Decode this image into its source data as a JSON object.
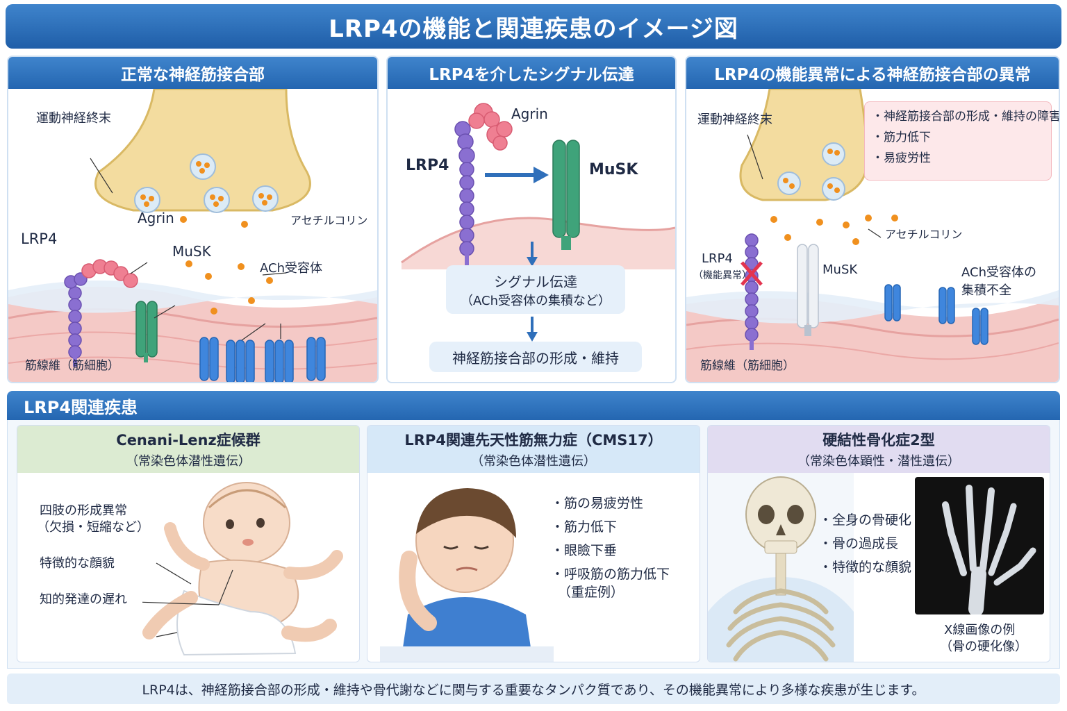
{
  "title": "LRP4の機能と関連疾患のイメージ図",
  "panels": {
    "normal": {
      "heading": "正常な神経筋接合部",
      "nerve_label": "運動神経終末",
      "agrin": "Agrin",
      "acetylcholine": "アセチルコリン",
      "lrp4": "LRP4",
      "musk": "MuSK",
      "ach_receptor": "ACh受容体",
      "muscle_label": "筋線維（筋細胞）"
    },
    "signaling": {
      "heading": "LRP4を介したシグナル伝達",
      "agrin": "Agrin",
      "lrp4": "LRP4",
      "musk": "MuSK",
      "step1_line1": "シグナル伝達",
      "step1_line2": "（ACh受容体の集積など）",
      "step2": "神経筋接合部の形成・維持"
    },
    "abnormal": {
      "heading": "LRP4の機能異常による神経筋接合部の異常",
      "nerve_label": "運動神経終末",
      "effects": [
        "・神経筋接合部の形成・維持の障害",
        "・筋力低下",
        "・易疲労性"
      ],
      "acetylcholine": "アセチルコリン",
      "lrp4": "LRP4",
      "lrp4_note": "（機能異常）",
      "musk": "MuSK",
      "ach_line1": "ACh受容体の",
      "ach_line2": "集積不全",
      "muscle_label": "筋線維（筋細胞）"
    }
  },
  "diseases_heading": "LRP4関連疾患",
  "diseases": [
    {
      "name": "Cenani-Lenz症候群",
      "inheritance": "（常染色体潜性遺伝）",
      "features": [
        "四肢の形成異常",
        "（欠損・短縮など）",
        "特徴的な顔貌",
        "知的発達の遅れ"
      ],
      "color": "#dcebd2"
    },
    {
      "name": "LRP4関連先天性筋無力症（CMS17）",
      "inheritance": "（常染色体潜性遺伝）",
      "features": [
        "・筋の易疲労性",
        "・筋力低下",
        "・眼瞼下垂",
        "・呼吸筋の筋力低下",
        "（重症例）"
      ],
      "color": "#d6e8f8"
    },
    {
      "name": "硬結性骨化症2型",
      "inheritance": "（常染色体顕性・潜性遺伝）",
      "features": [
        "・全身の骨硬化",
        "・骨の過成長",
        "・特徴的な顔貌"
      ],
      "xray_line1": "X線画像の例",
      "xray_line2": "（骨の硬化像）",
      "color": "#e1dcf1"
    }
  ],
  "footer": "LRP4は、神経筋接合部の形成・維持や骨代謝などに関与する重要なタンパク質であり、その機能異常により多様な疾患が生じます。",
  "colors": {
    "header_blue": "#2466b1",
    "lrp4_purple": "#8a6fd1",
    "agrin_pink": "#ef7f92",
    "musk_green": "#3fa37a",
    "receptor_blue": "#3f86dd",
    "acetylcholine_orange": "#f0901e",
    "nerve_tan": "#f0d494",
    "muscle_pink": "#f1b7b5"
  }
}
